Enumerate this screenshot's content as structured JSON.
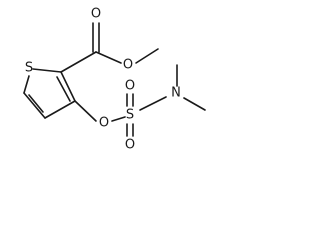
{
  "molecule": {
    "atoms": {
      "ring_s": "S",
      "ester_carbonyl_o": "O",
      "ester_ether_o": "O",
      "aryl_ether_o": "O",
      "sulfonyl_s": "S",
      "sulfonyl_o_top": "O",
      "sulfonyl_o_bottom": "O",
      "amine_n": "N"
    }
  }
}
